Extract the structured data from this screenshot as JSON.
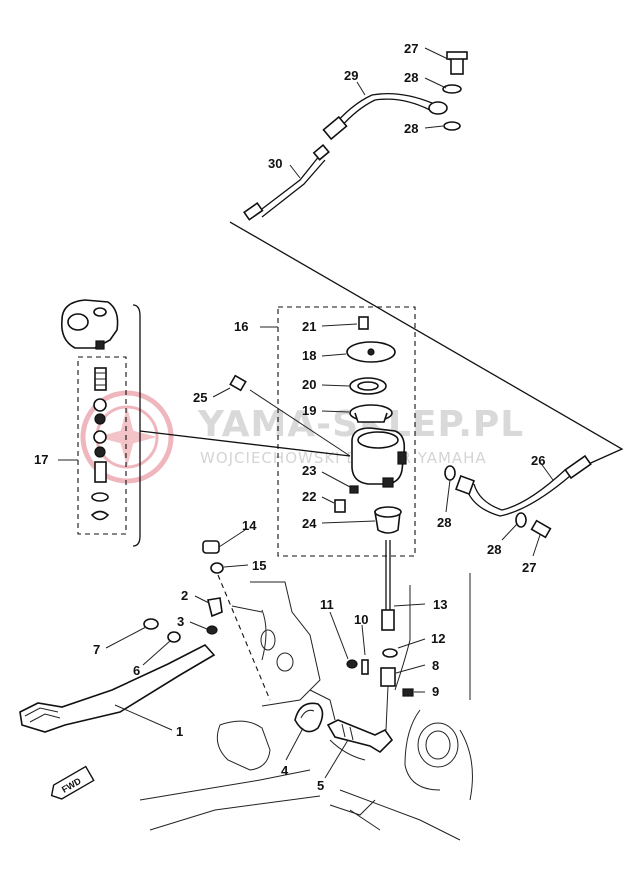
{
  "watermark": {
    "main_text": "YAMA-SKLEP.PL",
    "sub_text": "WOJCIECHOWSKI DEALER YAMAHA",
    "logo_color": "#e8a0a8"
  },
  "direction_badge": "FWD",
  "callouts": {
    "c1": "1",
    "c2": "2",
    "c3": "3",
    "c4": "4",
    "c5": "5",
    "c6": "6",
    "c7": "7",
    "c8": "8",
    "c9": "9",
    "c10": "10",
    "c11": "11",
    "c12": "12",
    "c13": "13",
    "c14": "14",
    "c15": "15",
    "c16": "16",
    "c17": "17",
    "c18": "18",
    "c19": "19",
    "c20": "20",
    "c21": "21",
    "c22": "22",
    "c23": "23",
    "c24": "24",
    "c25": "25",
    "c26": "26",
    "c27a": "27",
    "c27b": "27",
    "c28a": "28",
    "c28b": "28",
    "c28c": "28",
    "c28d": "28",
    "c29": "29",
    "c30": "30"
  }
}
